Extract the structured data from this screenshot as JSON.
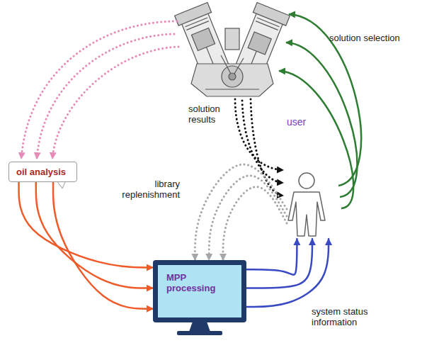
{
  "diagram": {
    "nodes": [
      {
        "text": [
          "oil analysis"
        ]
      },
      {
        "text": [
          "user"
        ]
      },
      {
        "text": [
          "MPP processing"
        ]
      }
    ],
    "edges": [
      {
        "from": 0,
        "to": 2,
        "arrow": "to"
      },
      {
        "from": 0,
        "to": 2,
        "arrow": "to"
      },
      {
        "from": 0,
        "to": 2,
        "arrow": "to"
      },
      {
        "from": 2,
        "to": 1,
        "arrow": "to"
      },
      {
        "from": 2,
        "to": 1,
        "arrow": "to"
      },
      {
        "from": 2,
        "to": 1,
        "arrow": "to"
      },
      {
        "from": 1,
        "to": 2,
        "arrow": "to"
      },
      {
        "from": 1,
        "to": 2,
        "arrow": "to"
      },
      {
        "from": 1,
        "to": 2,
        "arrow": "to"
      }
    ],
    "labels": [
      "solution selection",
      "solution results",
      "library replenishment",
      "system status information"
    ]
  }
}
